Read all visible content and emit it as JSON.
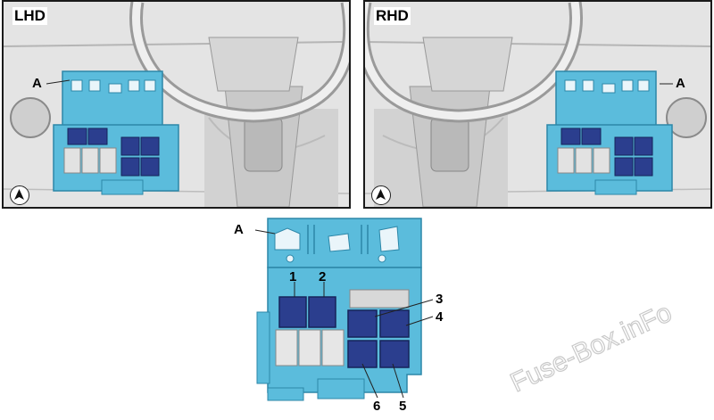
{
  "panels": [
    {
      "id": "lhd",
      "label": "LHD",
      "callout": "A"
    },
    {
      "id": "rhd",
      "label": "RHD",
      "callout": "A"
    }
  ],
  "detail": {
    "callout": "A",
    "fuse_numbers": [
      "1",
      "2",
      "3",
      "4",
      "5",
      "6"
    ]
  },
  "watermark": "Fuse-Box.inFo",
  "colors": {
    "bracket": "#5bbcdc",
    "fuse_blue": "#2b3e8e",
    "panel_bg": "#e6e6e6"
  },
  "icons": {
    "orientation": "north-arrow-icon"
  }
}
